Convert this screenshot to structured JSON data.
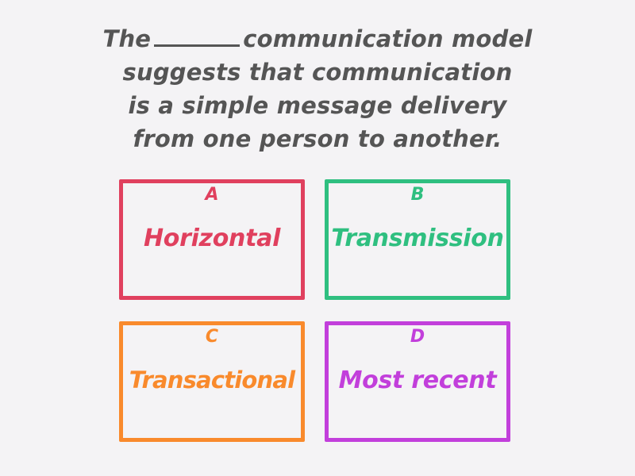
{
  "question": {
    "part1": "The",
    "part2": "communication model",
    "line2": "suggests that communication",
    "line3": "is a simple message delivery",
    "line4": "from one person to another."
  },
  "answers": [
    {
      "letter": "A",
      "label": "Horizontal",
      "color": "#e0405e"
    },
    {
      "letter": "B",
      "label": "Transmission",
      "color": "#2fbf80"
    },
    {
      "letter": "C",
      "label": "Transactional",
      "color": "#f98a2c"
    },
    {
      "letter": "D",
      "label": "Most recent",
      "color": "#c23fdb"
    }
  ]
}
